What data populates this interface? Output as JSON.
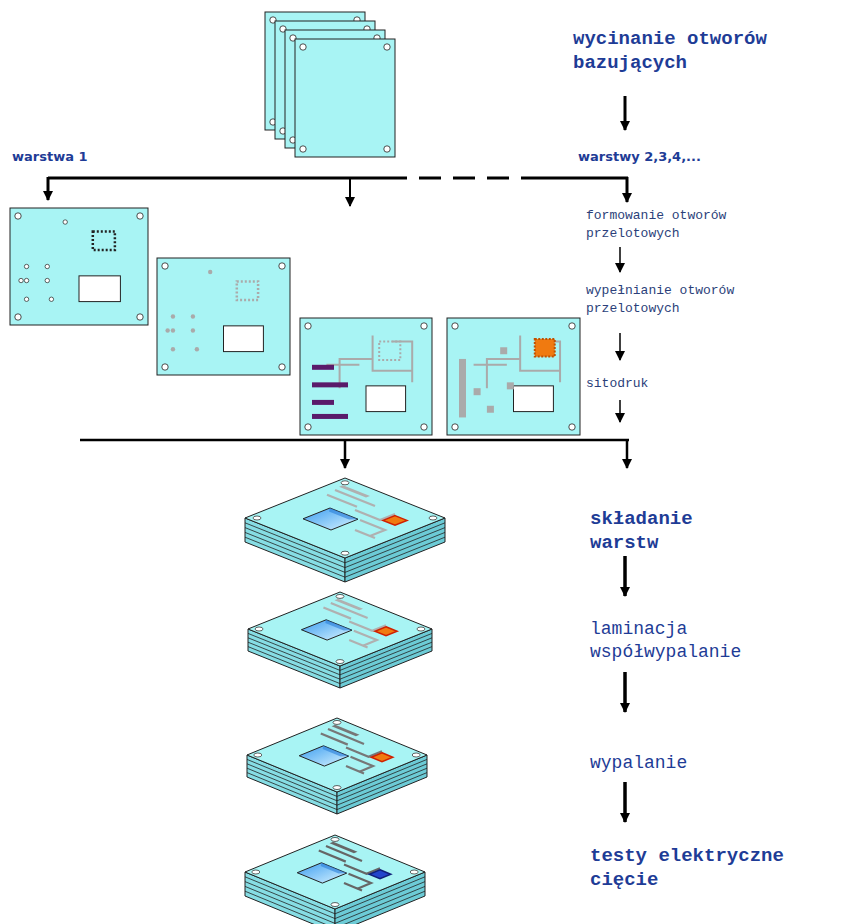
{
  "diagram": {
    "labels": [
      "wycinanie otworów bazujących",
      "warstwa 1",
      "warstwy 2,3,4,...",
      "formowanie otworów przelotowych",
      "wypełnianie otworów przelotowych",
      "sitodruk",
      "składanie warstw",
      "laminacja współwypalanie",
      "wypalanie",
      "testy elektryczne cięcie"
    ]
  }
}
